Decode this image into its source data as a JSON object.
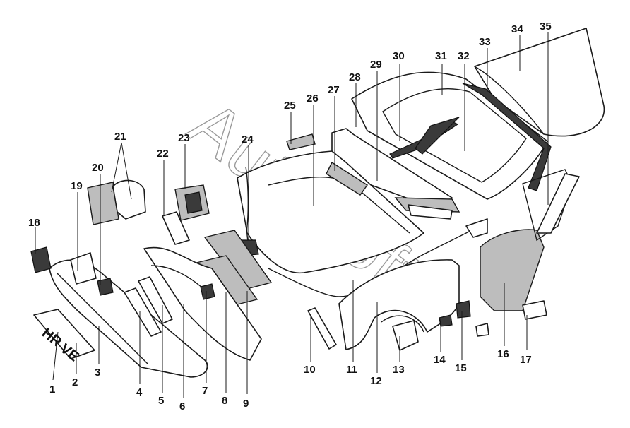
{
  "watermark": "AutoSoft",
  "plate": {
    "text_top": "HR",
    "text_bottom": "VE"
  },
  "callouts": [
    "1",
    "2",
    "3",
    "4",
    "5",
    "6",
    "7",
    "8",
    "9",
    "10",
    "11",
    "12",
    "13",
    "14",
    "15",
    "16",
    "17",
    "18",
    "19",
    "20",
    "21",
    "22",
    "23",
    "24",
    "25",
    "26",
    "27",
    "28",
    "29",
    "30",
    "31",
    "32",
    "33",
    "34",
    "35"
  ]
}
